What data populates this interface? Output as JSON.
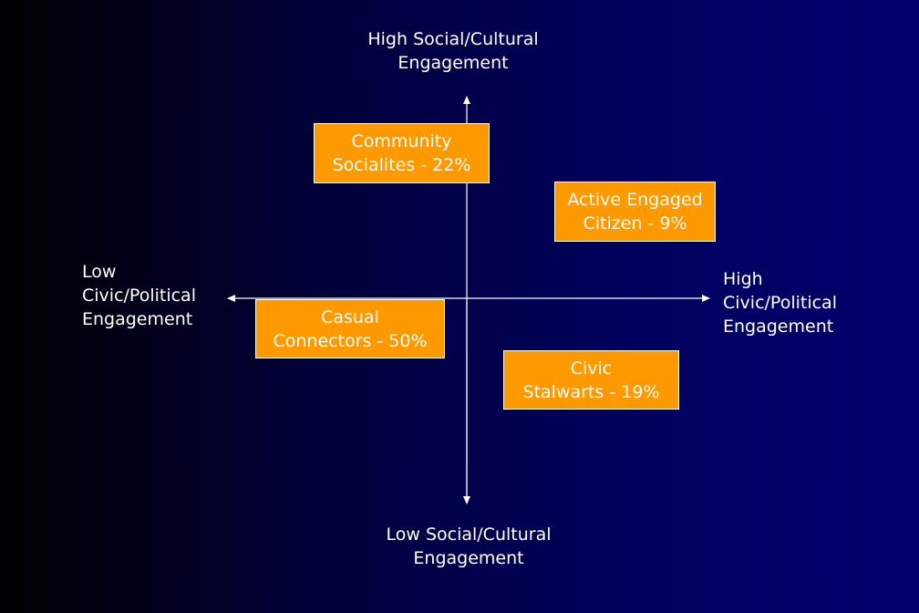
{
  "axes": {
    "top_label": "High Social/Cultural\nEngagement",
    "bottom_label": "Low Social/Cultural\nEngagement",
    "left_label": "Low\nCivic/Political\nEngagement",
    "right_label": "High\nCivic/Political\nEngagement"
  },
  "segments": [
    {
      "label": "Community\nSocialites - 22%",
      "name": "Community Socialites",
      "percent": 22
    },
    {
      "label": "Active Engaged\nCitizen - 9%",
      "name": "Active Engaged Citizen",
      "percent": 9
    },
    {
      "label": "Casual\nConnectors - 50%",
      "name": "Casual Connectors",
      "percent": 50
    },
    {
      "label": "Civic\nStalwarts - 19%",
      "name": "Civic Stalwarts",
      "percent": 19
    }
  ],
  "colors": {
    "background_left": "#000000",
    "background_right": "#02006c",
    "box_fill": "#ff9900",
    "text": "#ffffff",
    "axis": "#ffffff"
  }
}
